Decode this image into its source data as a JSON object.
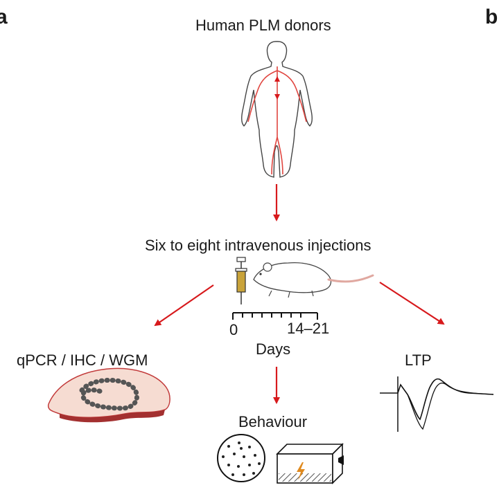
{
  "panels": {
    "a": "a",
    "b": "b"
  },
  "donors_label": "Human PLM donors",
  "injection_label": "Six to eight intravenous injections",
  "timeline": {
    "start": "0",
    "end": "14–21",
    "axis_label": "Days"
  },
  "outcomes": {
    "left": "qPCR / IHC / WGM",
    "right": "LTP",
    "bottom": "Behaviour"
  },
  "colors": {
    "arrow": "#d7191c",
    "vessel": "#e0453f",
    "brain": "#f6dcd2",
    "brain_edge": "#c23b3b",
    "syringe": "#c9a33a"
  }
}
